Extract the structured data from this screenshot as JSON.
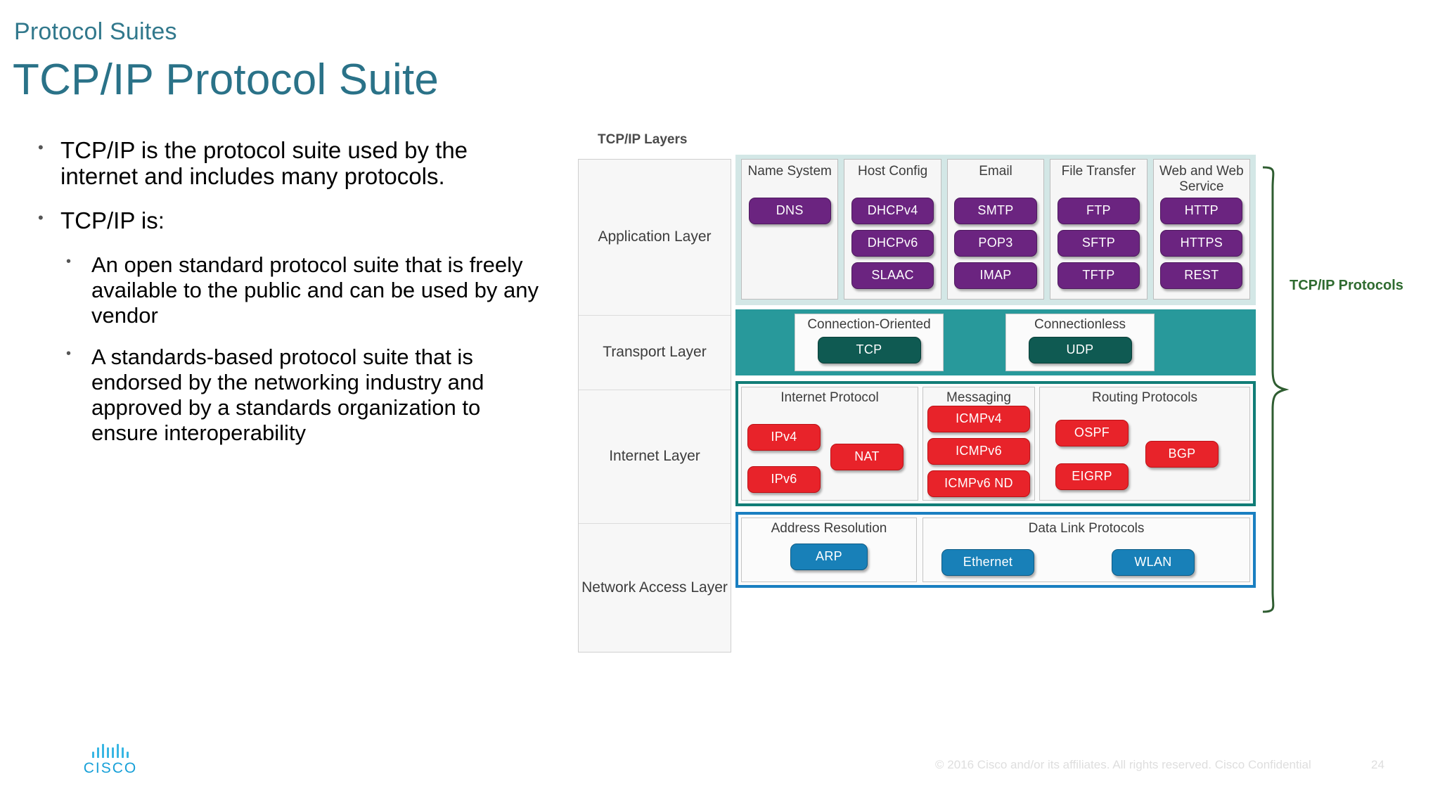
{
  "header": {
    "eyebrow": "Protocol Suites",
    "title": "TCP/IP Protocol Suite"
  },
  "bullets": [
    {
      "level": 1,
      "text": "TCP/IP is the protocol suite used by the internet and includes many protocols."
    },
    {
      "level": 1,
      "text": "TCP/IP is:"
    },
    {
      "level": 2,
      "text": "An open standard protocol suite that is freely available to the public and can be used by any vendor"
    },
    {
      "level": 2,
      "text": "A standards-based protocol suite that is endorsed by the networking industry and approved by a standards organization to ensure interoperability"
    }
  ],
  "diagram": {
    "layers_caption": "TCP/IP Layers",
    "brace_label": "TCP/IP Protocols",
    "layer_names": [
      "Application Layer",
      "Transport Layer",
      "Internet Layer",
      "Network Access Layer"
    ],
    "application_layer": {
      "groups": [
        {
          "title": "Name System",
          "protocols": [
            "DNS"
          ]
        },
        {
          "title": "Host Config",
          "protocols": [
            "DHCPv4",
            "DHCPv6",
            "SLAAC"
          ]
        },
        {
          "title": "Email",
          "protocols": [
            "SMTP",
            "POP3",
            "IMAP"
          ]
        },
        {
          "title": "File Transfer",
          "protocols": [
            "FTP",
            "SFTP",
            "TFTP"
          ]
        },
        {
          "title": "Web and Web Service",
          "protocols": [
            "HTTP",
            "HTTPS",
            "REST"
          ]
        }
      ]
    },
    "transport_layer": {
      "groups": [
        {
          "title": "Connection-Oriented",
          "protocols": [
            "TCP"
          ]
        },
        {
          "title": "Connectionless",
          "protocols": [
            "UDP"
          ]
        }
      ]
    },
    "internet_layer": {
      "groups": [
        {
          "title": "Internet Protocol",
          "protocols": [
            "IPv4",
            "IPv6",
            "NAT"
          ]
        },
        {
          "title": "Messaging",
          "protocols": [
            "ICMPv4",
            "ICMPv6",
            "ICMPv6 ND"
          ]
        },
        {
          "title": "Routing Protocols",
          "protocols": [
            "OSPF",
            "EIGRP",
            "BGP"
          ]
        }
      ]
    },
    "network_access_layer": {
      "groups": [
        {
          "title": "Address Resolution",
          "protocols": [
            "ARP"
          ]
        },
        {
          "title": "Data Link Protocols",
          "protocols": [
            "Ethernet",
            "WLAN"
          ]
        }
      ]
    },
    "colors": {
      "application_pill": "#6b2480",
      "transport_pill": "#0f5a52",
      "internet_pill": "#e8232a",
      "network_access_pill": "#1880b8",
      "transport_band": "#28999b",
      "application_band": "#d3e7e6",
      "internet_border": "#117d77",
      "network_access_border": "#1a7fc1",
      "brace": "#2f5d31"
    }
  },
  "footer": {
    "logo_text": "CISCO",
    "copyright": "© 2016  Cisco and/or its affiliates. All rights reserved.   Cisco Confidential",
    "page_number": "24"
  }
}
